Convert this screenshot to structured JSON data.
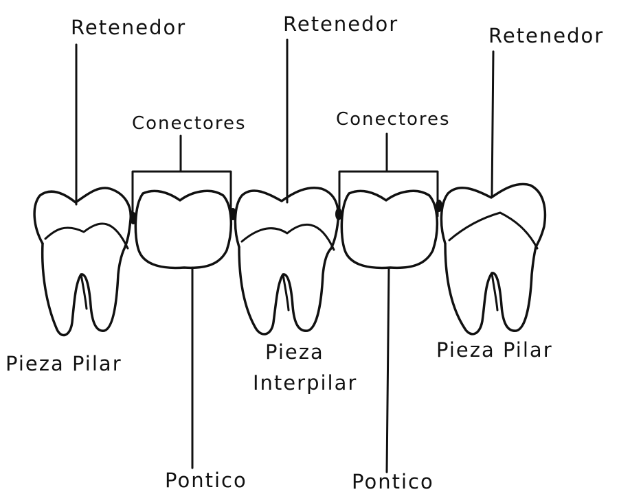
{
  "labels": {
    "retenedor_left": "Retenedor",
    "retenedor_middle": "Retenedor",
    "retenedor_right": "Retenedor",
    "conectores_left": "Conectores",
    "conectores_right": "Conectores",
    "pieza_pilar_left": "Pieza Pilar",
    "pieza_interpilar_line1": "Pieza",
    "pieza_interpilar_line2": "Interpilar",
    "pieza_pilar_right": "Pieza Pilar",
    "pontico_left": "Pontico",
    "pontico_right": "Pontico"
  }
}
